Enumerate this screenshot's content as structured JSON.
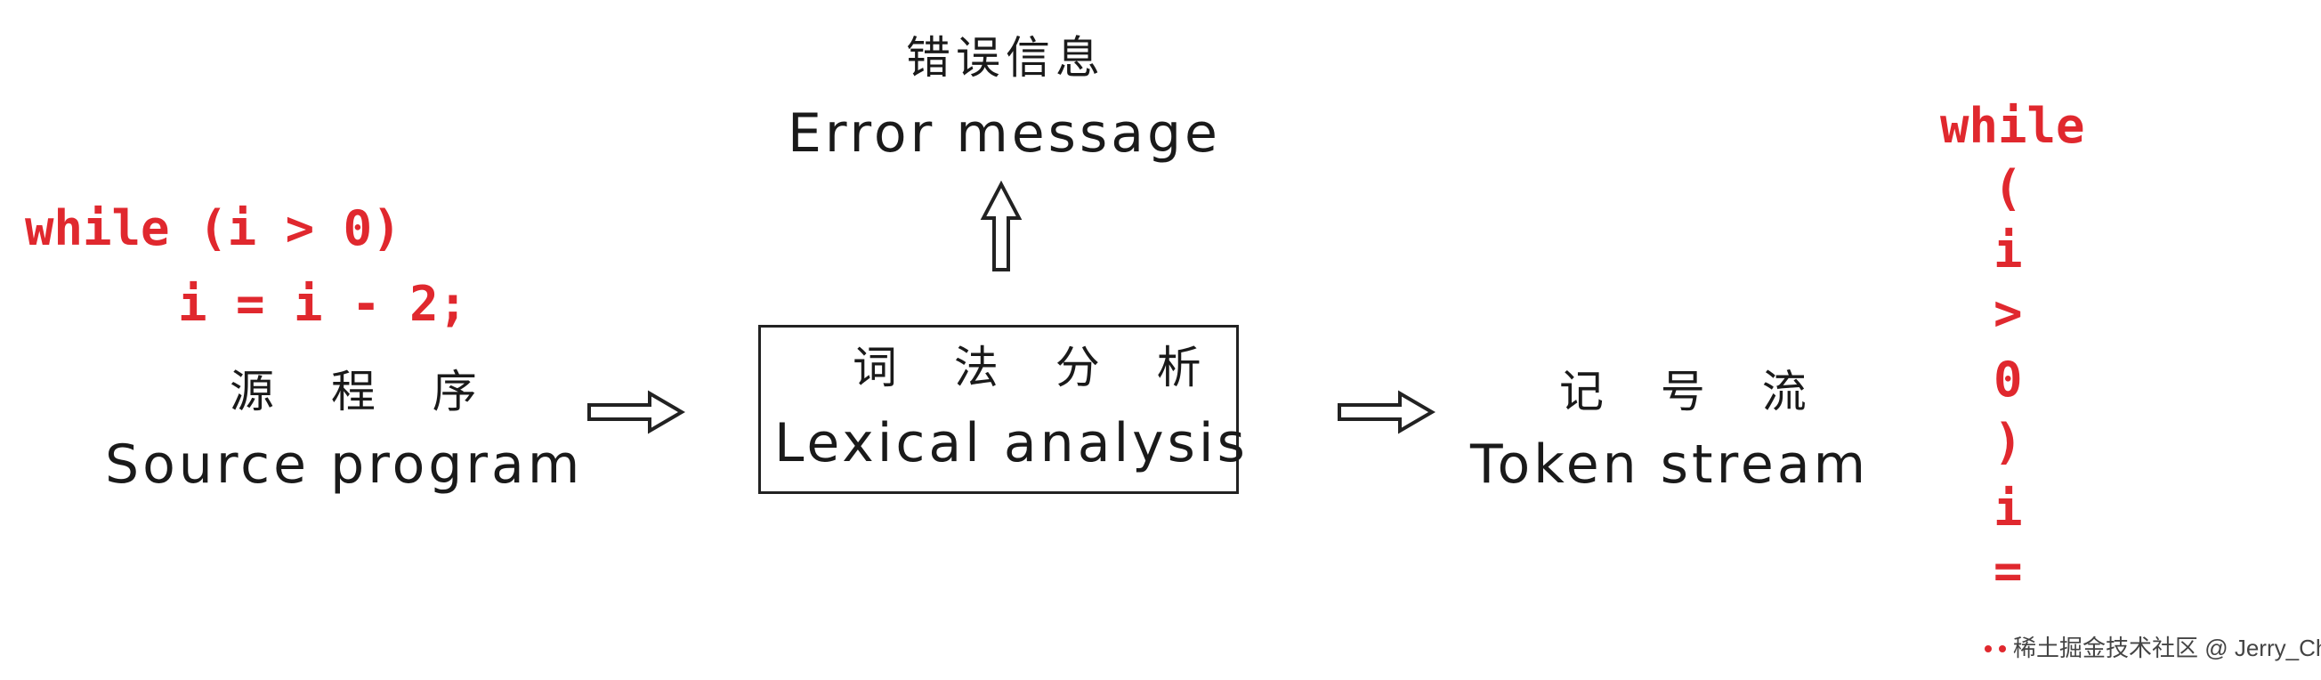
{
  "error": {
    "cn": "错误信息",
    "en": "Error message"
  },
  "source": {
    "code_line1": "while (i > 0)",
    "code_line2": "i = i - 2;",
    "cn": "源 程 序",
    "en": "Source program"
  },
  "lexical": {
    "cn": "词 法 分 析",
    "en": "Lexical analysis"
  },
  "token": {
    "cn": "记 号 流",
    "en": "Token stream"
  },
  "tokens": [
    "while",
    "(",
    "i",
    ">",
    "0",
    ")",
    "i",
    "="
  ],
  "watermark": "稀土掘金技术社区 @ Jerry_Chan",
  "colors": {
    "code": "#e0282e",
    "text": "#1a1a1a"
  }
}
